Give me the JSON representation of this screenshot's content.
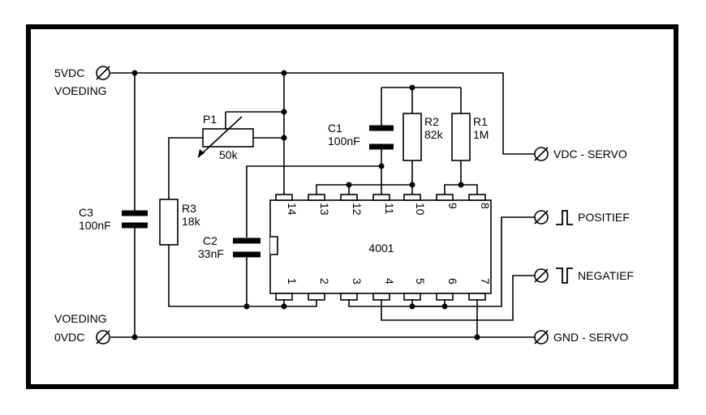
{
  "terminals": {
    "vcc_label": "5VDC",
    "vcc_sub": "VOEDING",
    "gnd_sub": "VOEDING",
    "gnd_label": "0VDC",
    "vdc_servo": "VDC - SERVO",
    "positief": "POSITIEF",
    "negatief": "NEGATIEF",
    "gnd_servo": "GND - SERVO"
  },
  "components": {
    "p1": {
      "ref": "P1",
      "value": "50k"
    },
    "r1": {
      "ref": "R1",
      "value": "1M"
    },
    "r2": {
      "ref": "R2",
      "value": "82k"
    },
    "r3": {
      "ref": "R3",
      "value": "18k"
    },
    "c1": {
      "ref": "C1",
      "value": "100nF"
    },
    "c2": {
      "ref": "C2",
      "value": "33nF"
    },
    "c3": {
      "ref": "C3",
      "value": "100nF"
    },
    "ic": {
      "ref": "4001"
    }
  },
  "ic_pins": {
    "top": [
      "14",
      "13",
      "12",
      "11",
      "10",
      "9",
      "8"
    ],
    "bottom": [
      "1",
      "2",
      "3",
      "4",
      "5",
      "6",
      "7"
    ]
  },
  "icons": [
    "terminal-circle-icon",
    "positive-pulse-icon",
    "negative-pulse-icon"
  ]
}
